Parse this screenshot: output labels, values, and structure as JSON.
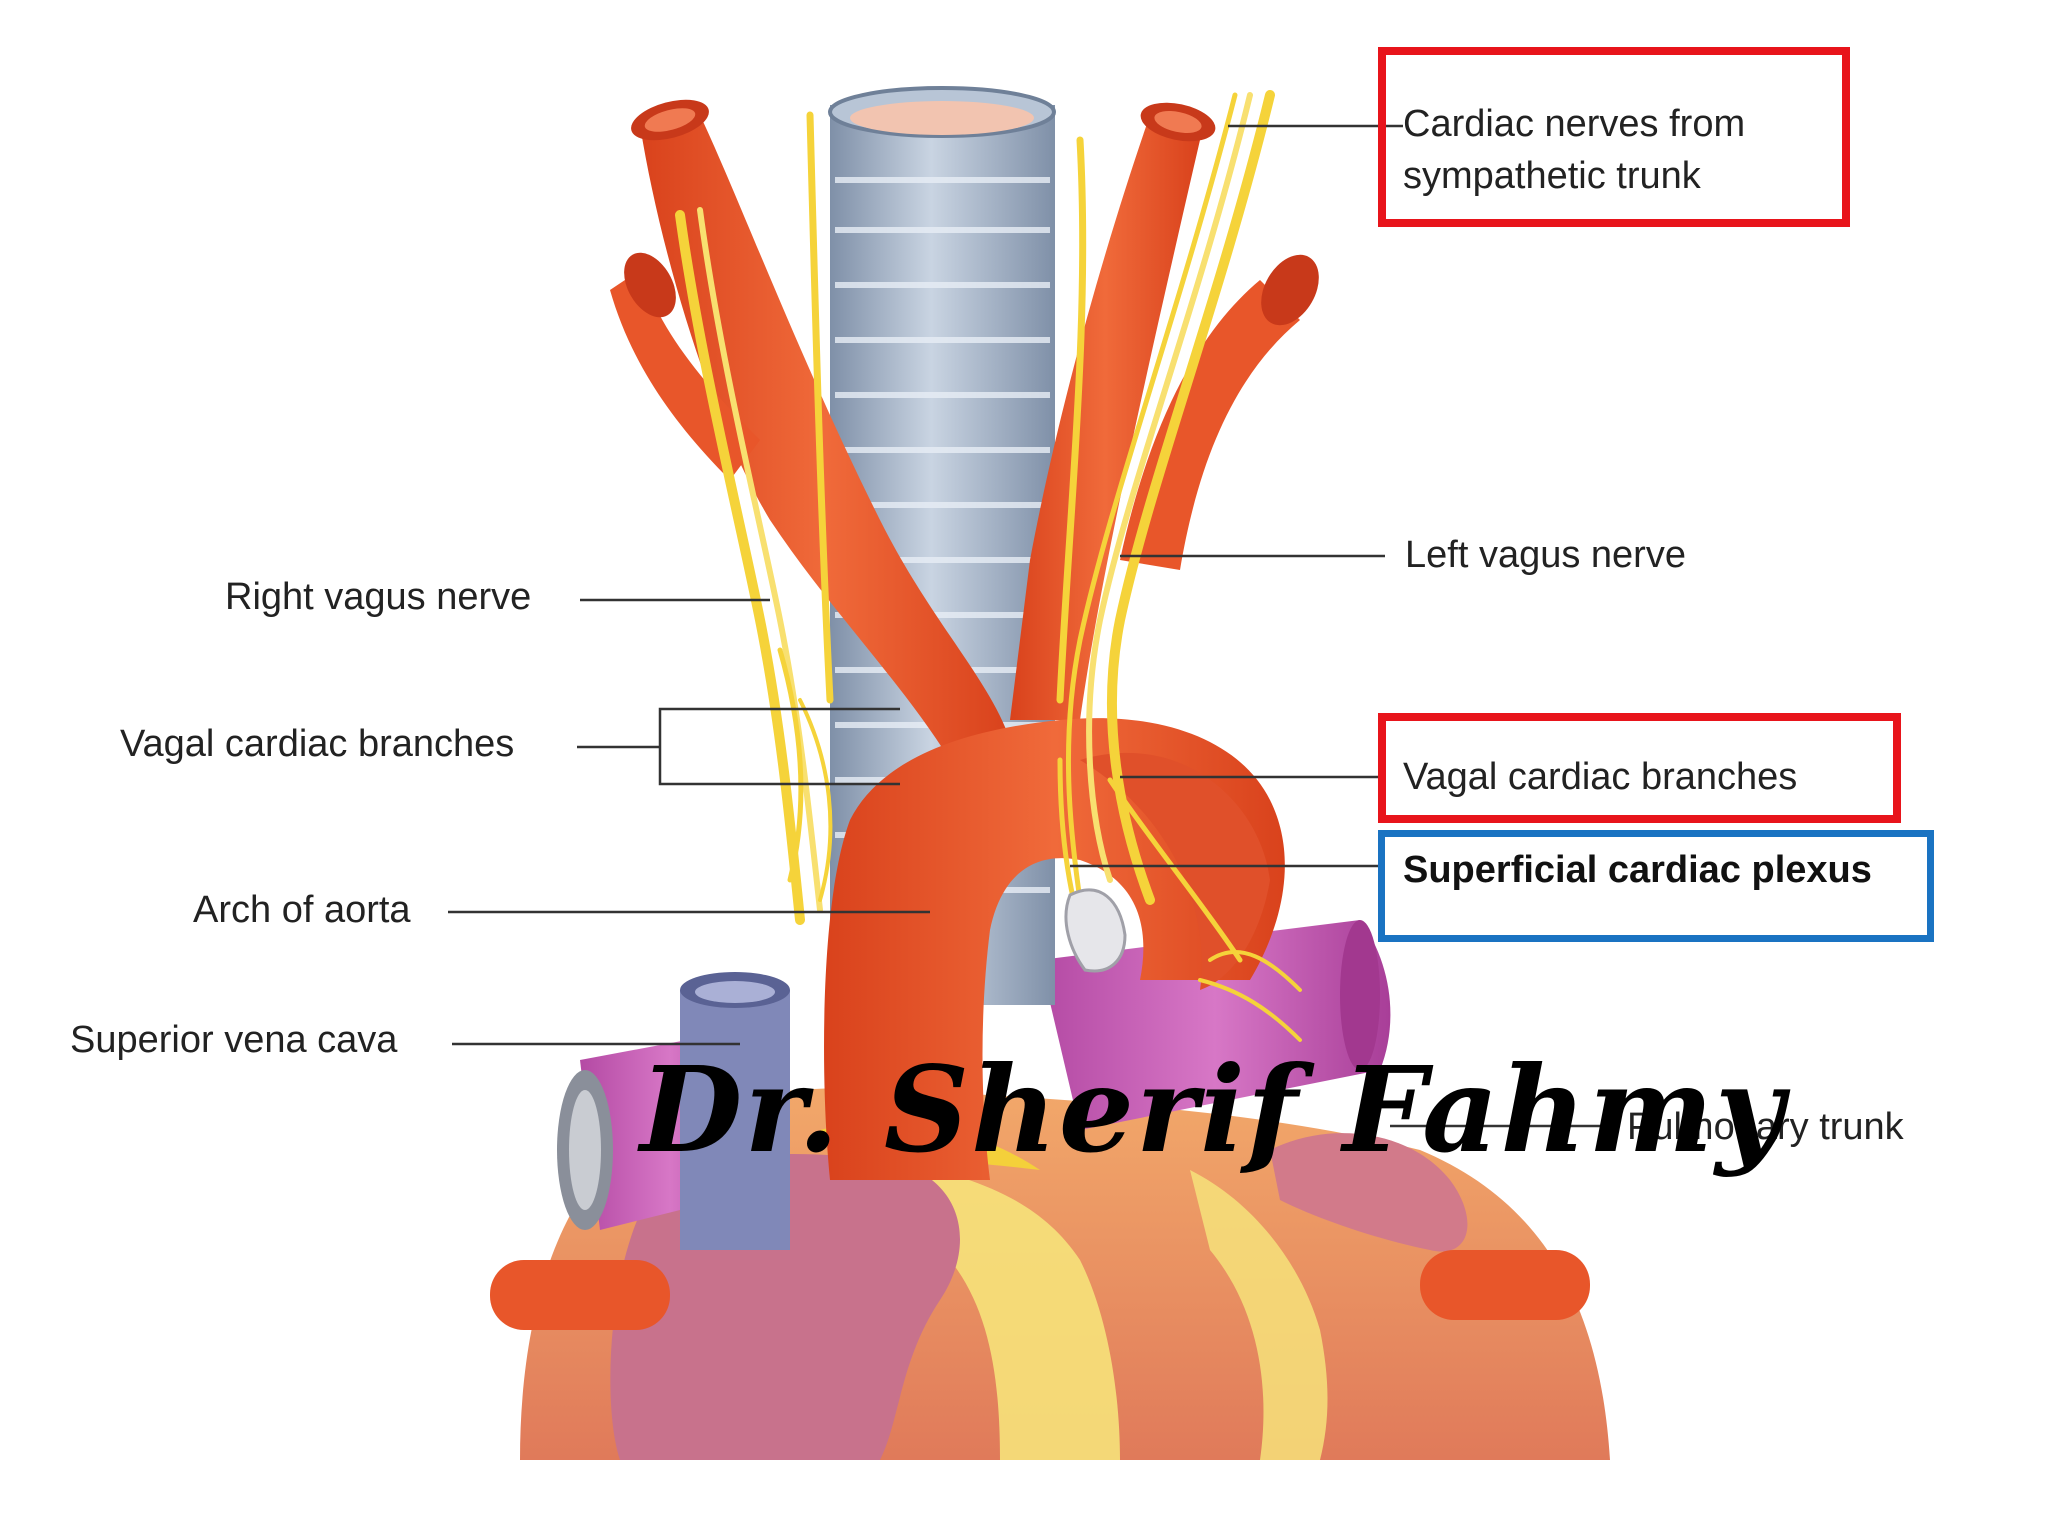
{
  "labels": {
    "cardiac_nerves_line1": "Cardiac nerves from",
    "cardiac_nerves_line2": "sympathetic trunk",
    "left_vagus": "Left vagus nerve",
    "right_vagus": "Right vagus nerve",
    "vagal_cardiac_left": "Vagal cardiac branches",
    "vagal_cardiac_right": "Vagal cardiac branches",
    "superficial_plexus": "Superficial cardiac plexus",
    "arch_aorta": "Arch of aorta",
    "svc": "Superior vena cava",
    "pulmonary_trunk": "Pulmonary trunk"
  },
  "watermark": "Dr. Sherif Fahmy",
  "highlight_colors": {
    "red": "#e8141b",
    "blue": "#1a73c2"
  },
  "structure_colors": {
    "artery": "#e8562a",
    "nerve": "#f5d33a",
    "trachea": "#a9b8cc",
    "pulmonary": "#c45ab4",
    "heart": "#d96a48",
    "svc": "#8088b8"
  }
}
